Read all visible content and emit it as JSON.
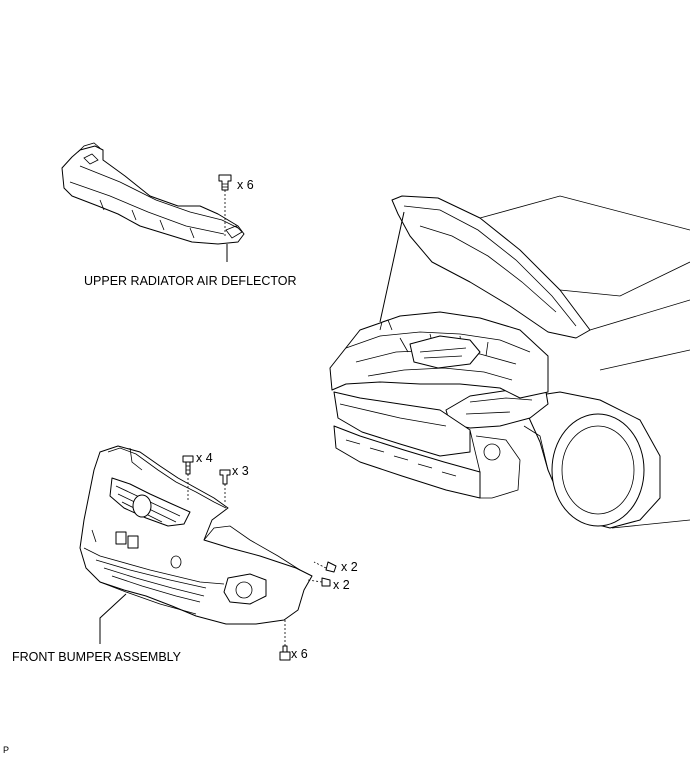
{
  "labels": {
    "upper_deflector": "UPPER RADIATOR AIR DEFLECTOR",
    "front_bumper": "FRONT BUMPER ASSEMBLY",
    "corner_mark": "P"
  },
  "quantities": {
    "deflector_clips": "x 6",
    "bumper_top_bolts": "x 4",
    "bumper_top_clips": "x 3",
    "side_screws": "x 2",
    "side_clips": "x 2",
    "bottom_screws": "x 6"
  }
}
